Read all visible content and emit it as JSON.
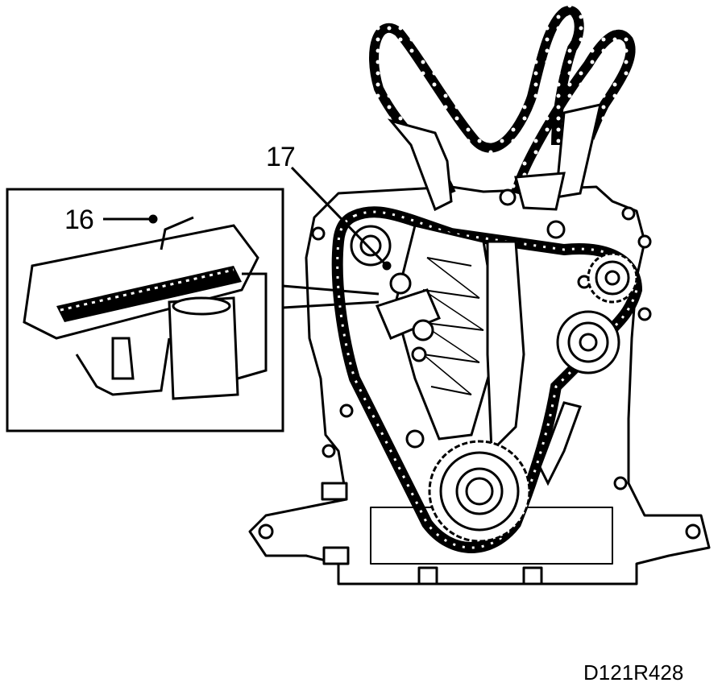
{
  "callouts": {
    "label_16": "16",
    "label_17": "17"
  },
  "figure_id": "D121R428",
  "colors": {
    "ink": "#000000",
    "paper": "#ffffff"
  },
  "parts": [
    "engine-front-block",
    "timing-chain",
    "camshaft-sprockets",
    "crankshaft-sprocket",
    "chain-tensioner",
    "chain-guide",
    "idler-pulley",
    "detail-inset"
  ]
}
